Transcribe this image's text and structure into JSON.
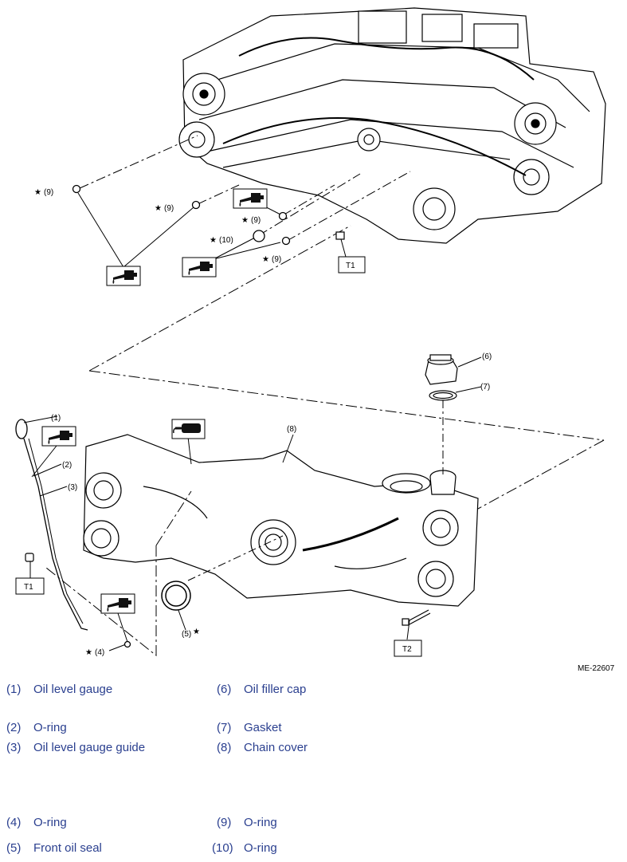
{
  "figure_code": "ME-22607",
  "callouts": {
    "c1": "(1)",
    "c2": "(2)",
    "c3": "(3)",
    "c4": "(4)",
    "c5": "(5)",
    "c6": "(6)",
    "c7": "(7)",
    "c8": "(8)",
    "c9": "(9)",
    "c10": "(10)"
  },
  "star": "★",
  "torque_tags": {
    "t1": "T1",
    "t2": "T2"
  },
  "icons": [
    "oil-can-icon",
    "sealant-bottle-icon",
    "star-icon"
  ],
  "legend": {
    "left": [
      {
        "num": "(1)",
        "label": "Oil level gauge"
      },
      {
        "num": "(2)",
        "label": "O-ring"
      },
      {
        "num": "(3)",
        "label": "Oil level gauge guide"
      },
      {
        "num": "(4)",
        "label": "O-ring"
      },
      {
        "num": "(5)",
        "label": "Front oil seal"
      }
    ],
    "right": [
      {
        "num": "(6)",
        "label": "Oil filler cap"
      },
      {
        "num": "(7)",
        "label": "Gasket"
      },
      {
        "num": "(8)",
        "label": "Chain cover"
      },
      {
        "num": "(9)",
        "label": "O-ring"
      },
      {
        "num": "(10)",
        "label": "O-ring"
      }
    ]
  },
  "colors": {
    "legend_text": "#2a3f8f",
    "line": "#000000",
    "background": "#ffffff"
  }
}
